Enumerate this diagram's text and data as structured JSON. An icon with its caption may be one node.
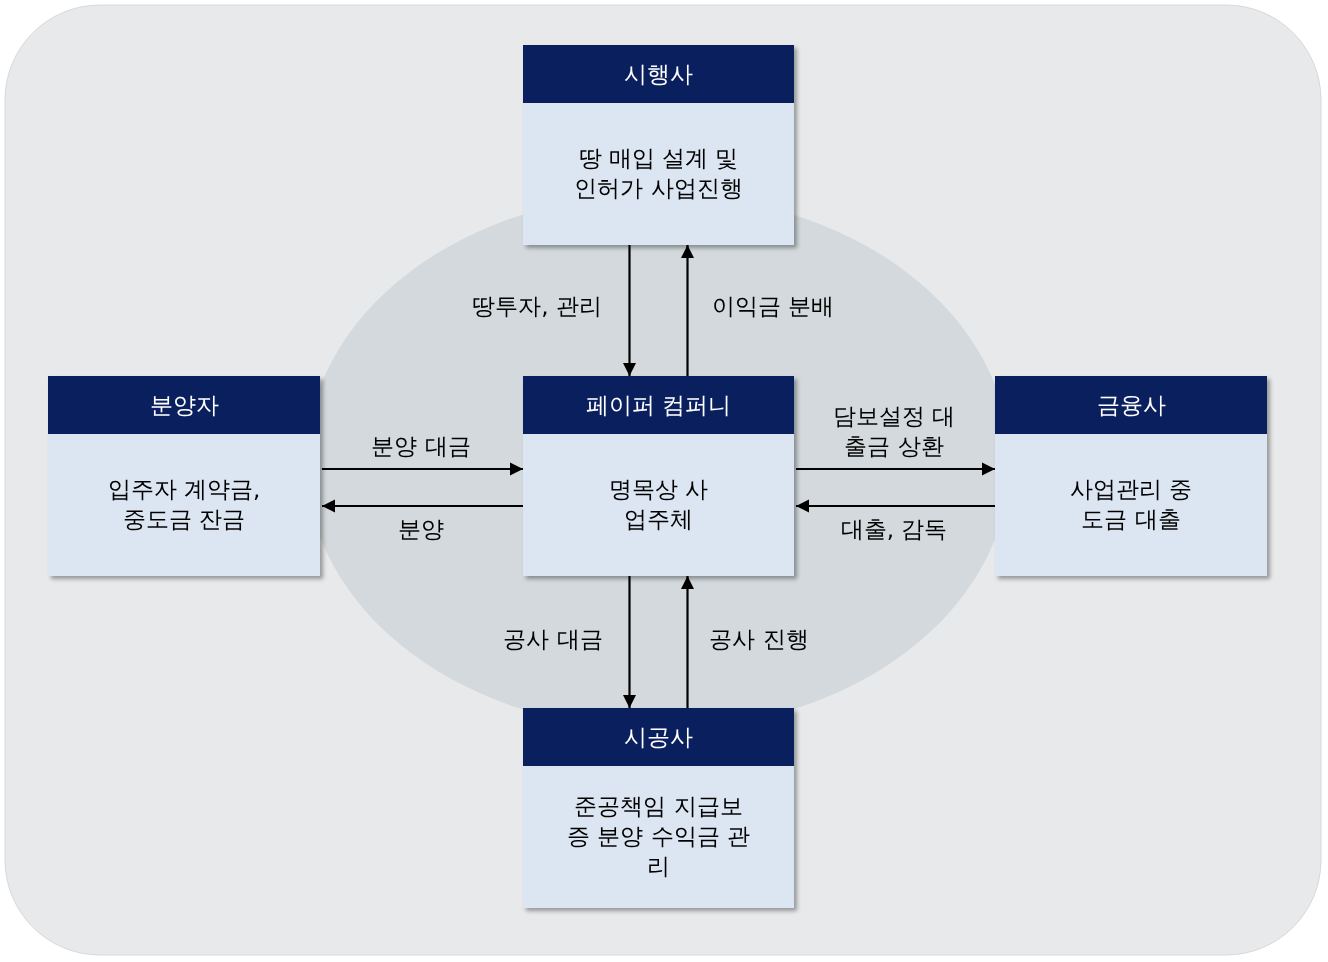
{
  "diagram": {
    "nodes": [
      {
        "text": [
          "시행사",
          "땅 매입 설계 및 인허가 사업진행"
        ]
      },
      {
        "text": [
          "분양자",
          "입주자 계약금, 중도금 잔금"
        ]
      },
      {
        "text": [
          "페이퍼 컴퍼니",
          "명목상 사업주체"
        ]
      },
      {
        "text": [
          "금융사",
          "사업관리 중도금 대출"
        ]
      },
      {
        "text": [
          "시공사",
          "준공책임 지급보증 분양 수익금 관리"
        ]
      }
    ],
    "edges": [
      {
        "from": 0,
        "to": 2,
        "arrow": "to",
        "label": "땅투자, 관리"
      },
      {
        "from": 2,
        "to": 0,
        "arrow": "to",
        "label": "이익금 분배"
      },
      {
        "from": 1,
        "to": 2,
        "arrow": "to",
        "label": "분양 대금"
      },
      {
        "from": 2,
        "to": 1,
        "arrow": "to",
        "label": "분양"
      },
      {
        "from": 2,
        "to": 3,
        "arrow": "to",
        "label": "담보설정 대출금 상환"
      },
      {
        "from": 3,
        "to": 2,
        "arrow": "to",
        "label": "대출, 감독"
      },
      {
        "from": 2,
        "to": 4,
        "arrow": "to",
        "label": "공사 대금"
      },
      {
        "from": 4,
        "to": 2,
        "arrow": "to",
        "label": "공사 진행"
      }
    ]
  }
}
